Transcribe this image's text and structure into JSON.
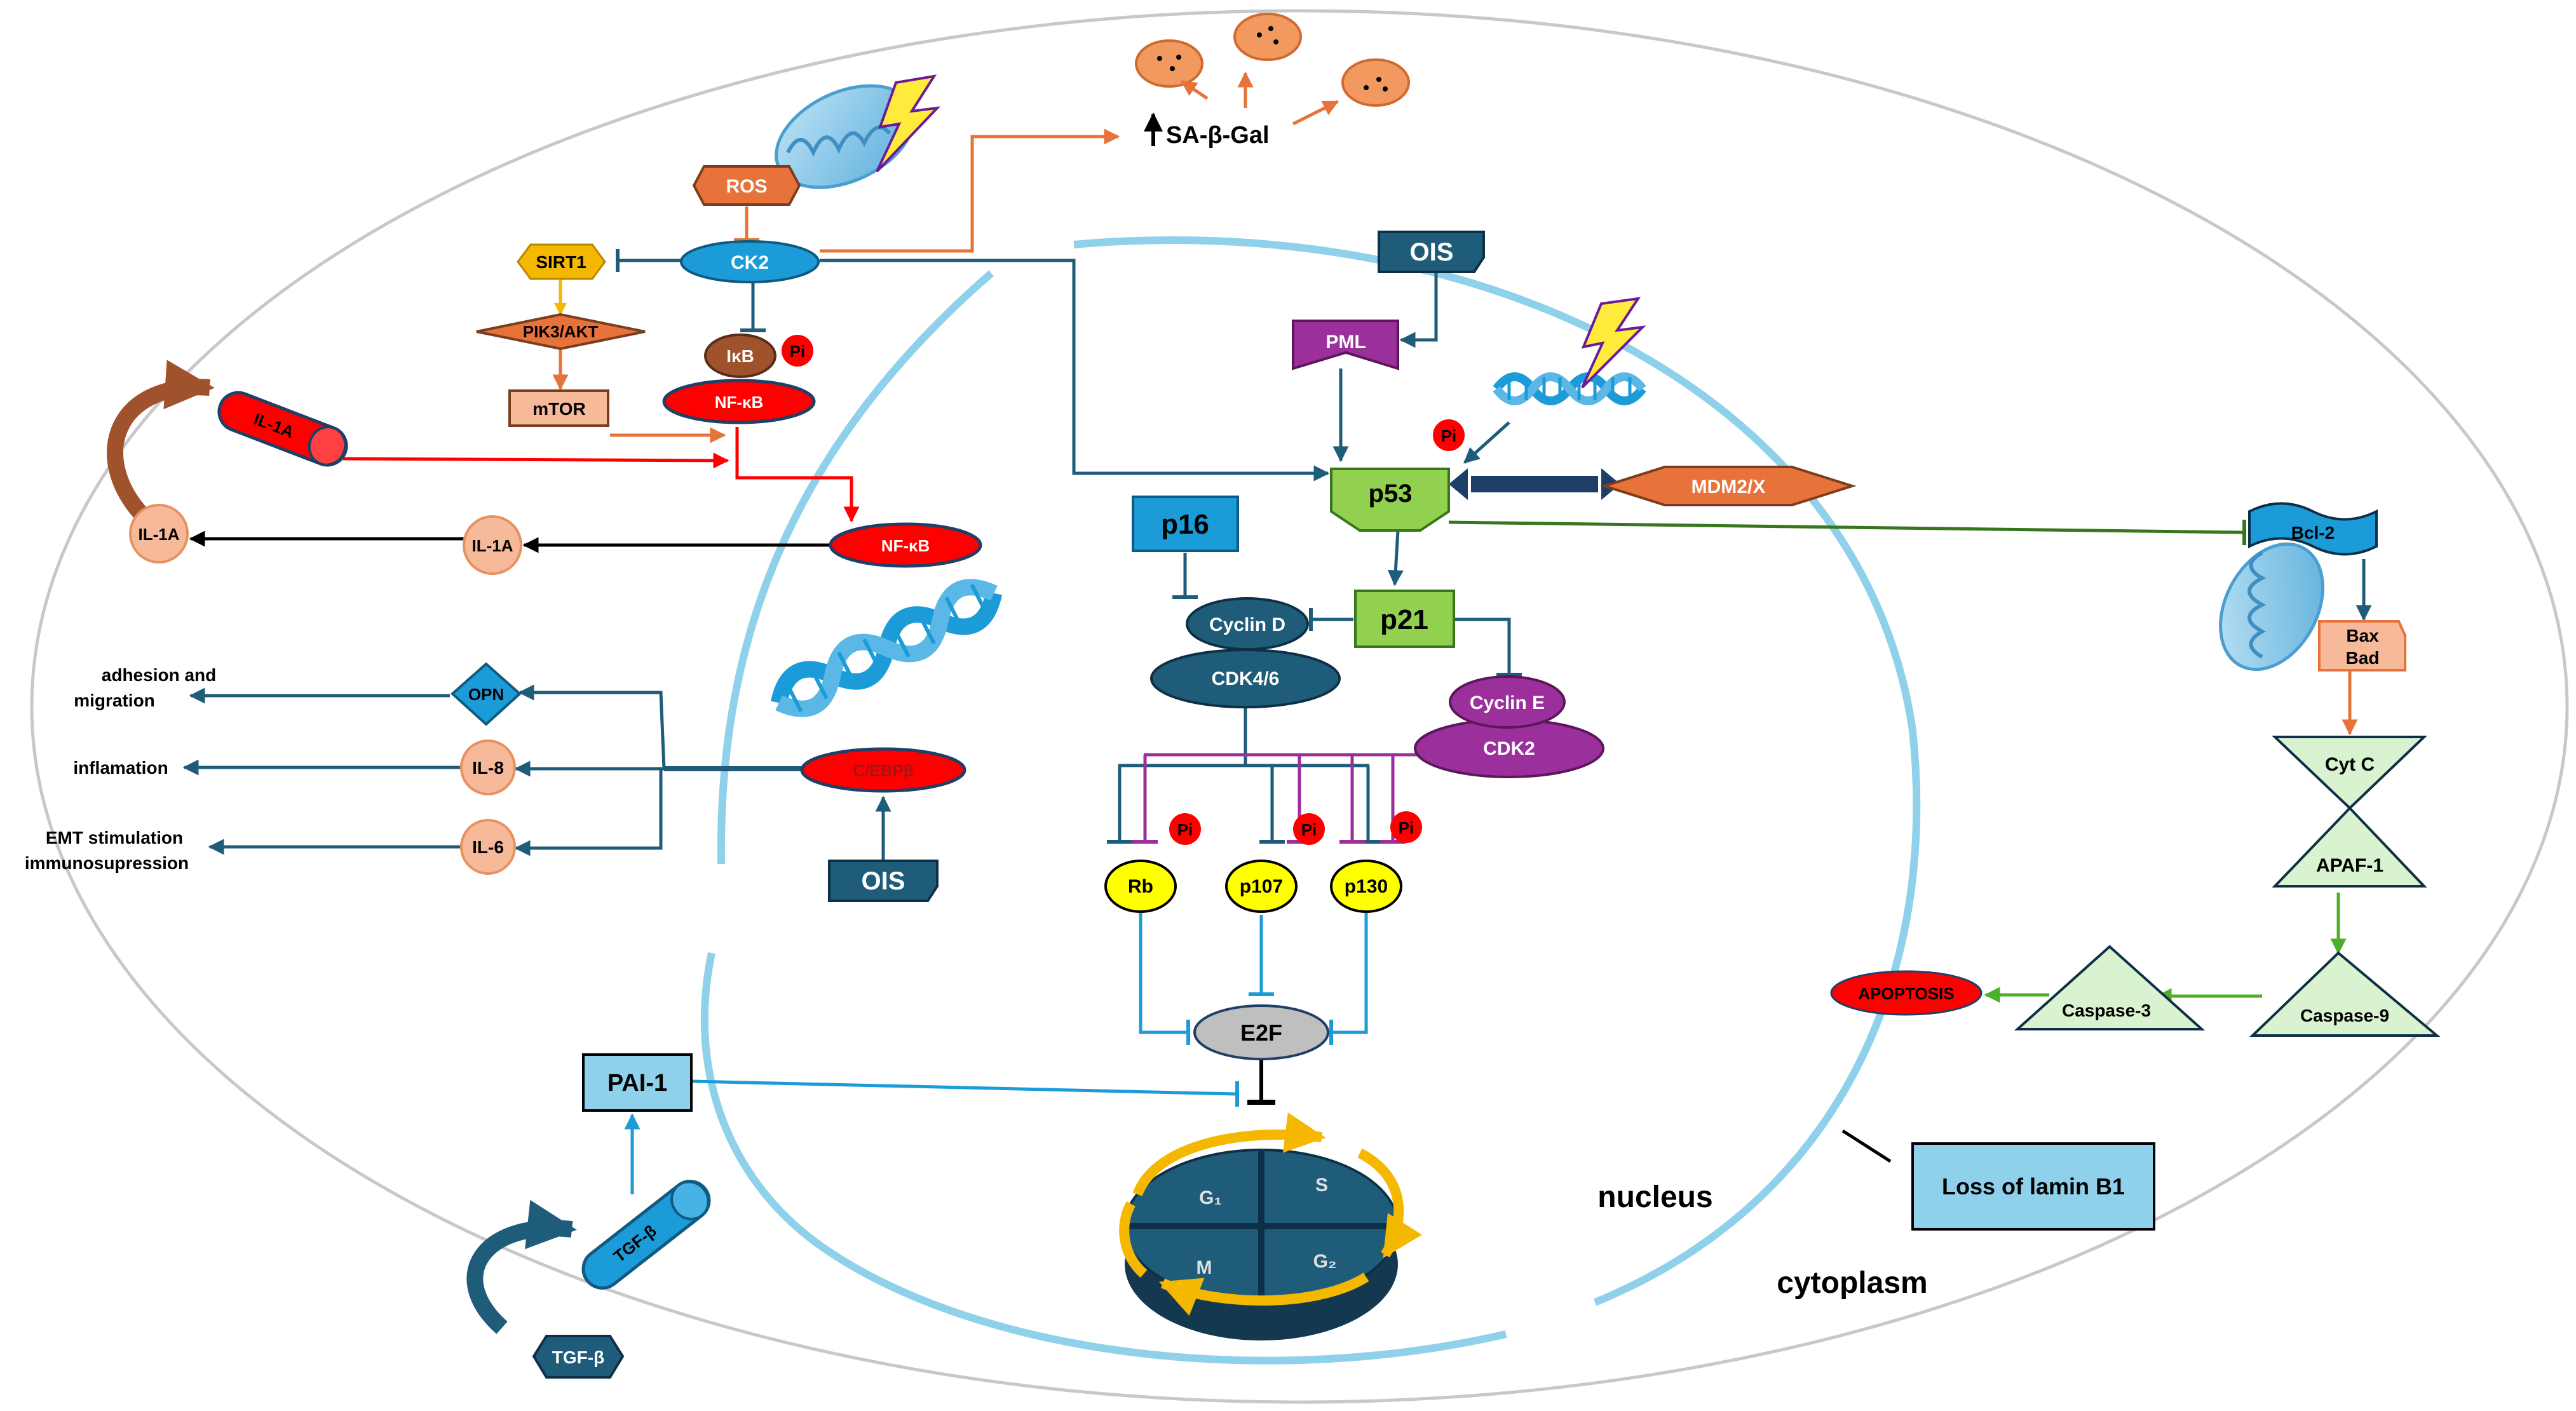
{
  "colors": {
    "blue_dark": "#1f5c7a",
    "blue_mid": "#1b9bd7",
    "blue_light": "#7ec8ea",
    "nucleus": "#8fd0ea",
    "red": "#ff0000",
    "orange": "#e7733a",
    "orange_light": "#f4a582",
    "salmon": "#f6b99a",
    "purple": "#9b2f9b",
    "green_light": "#92d050",
    "green_dark": "#38761d",
    "green_pale": "#d9f2d0",
    "yellow": "#ffff00",
    "gold": "#f5b800",
    "gray": "#bfbfbf"
  },
  "labels": {
    "sa_beta_gal": "SA-β-Gal",
    "ros": "ROS",
    "ck2": "CK2",
    "sirt1": "SIRT1",
    "pik3_akt": "PIK3/AKT",
    "mtor": "mTOR",
    "ikb": "IκB",
    "nfkb": "NF-κB",
    "nfkb2": "NF-κB",
    "il1a_rod": "IL-1A",
    "il1a_outer": "IL-1A",
    "il1a_inner": "IL-1A",
    "opn": "OPN",
    "il8": "IL-8",
    "il6": "IL-6",
    "cebpb": "C/EBPβ",
    "ois_cebp": "OIS",
    "ois_top": "OIS",
    "pml": "PML",
    "p53": "p53",
    "mdm2": "MDM2/X",
    "p16": "p16",
    "p21": "p21",
    "cyclin_d": "Cyclin D",
    "cdk46": "CDK4/6",
    "cyclin_e": "Cyclin E",
    "cdk2": "CDK2",
    "rb": "Rb",
    "p107": "p107",
    "p130": "p130",
    "e2f": "E2F",
    "pai1": "PAI-1",
    "tgfb_rod": "TGF-β",
    "tgfb_box": "TGF-β",
    "bcl2": "Bcl-2",
    "bax": "Bax",
    "bad": "Bad",
    "cytc": "Cyt C",
    "apaf1": "APAF-1",
    "casp9": "Caspase-9",
    "casp3": "Caspase-3",
    "apoptosis": "APOPTOSIS",
    "lamin": "Loss of lamin B1",
    "nucleus": "nucleus",
    "cytoplasm": "cytoplasm",
    "adhesion1": "adhesion and",
    "adhesion2": "migration",
    "inflamation": "inflamation",
    "emt1": "EMT stimulation",
    "emt2": "immunosupression",
    "pi": "Pi",
    "g1": "G₁",
    "s": "S",
    "g2": "G₂",
    "m": "M"
  }
}
